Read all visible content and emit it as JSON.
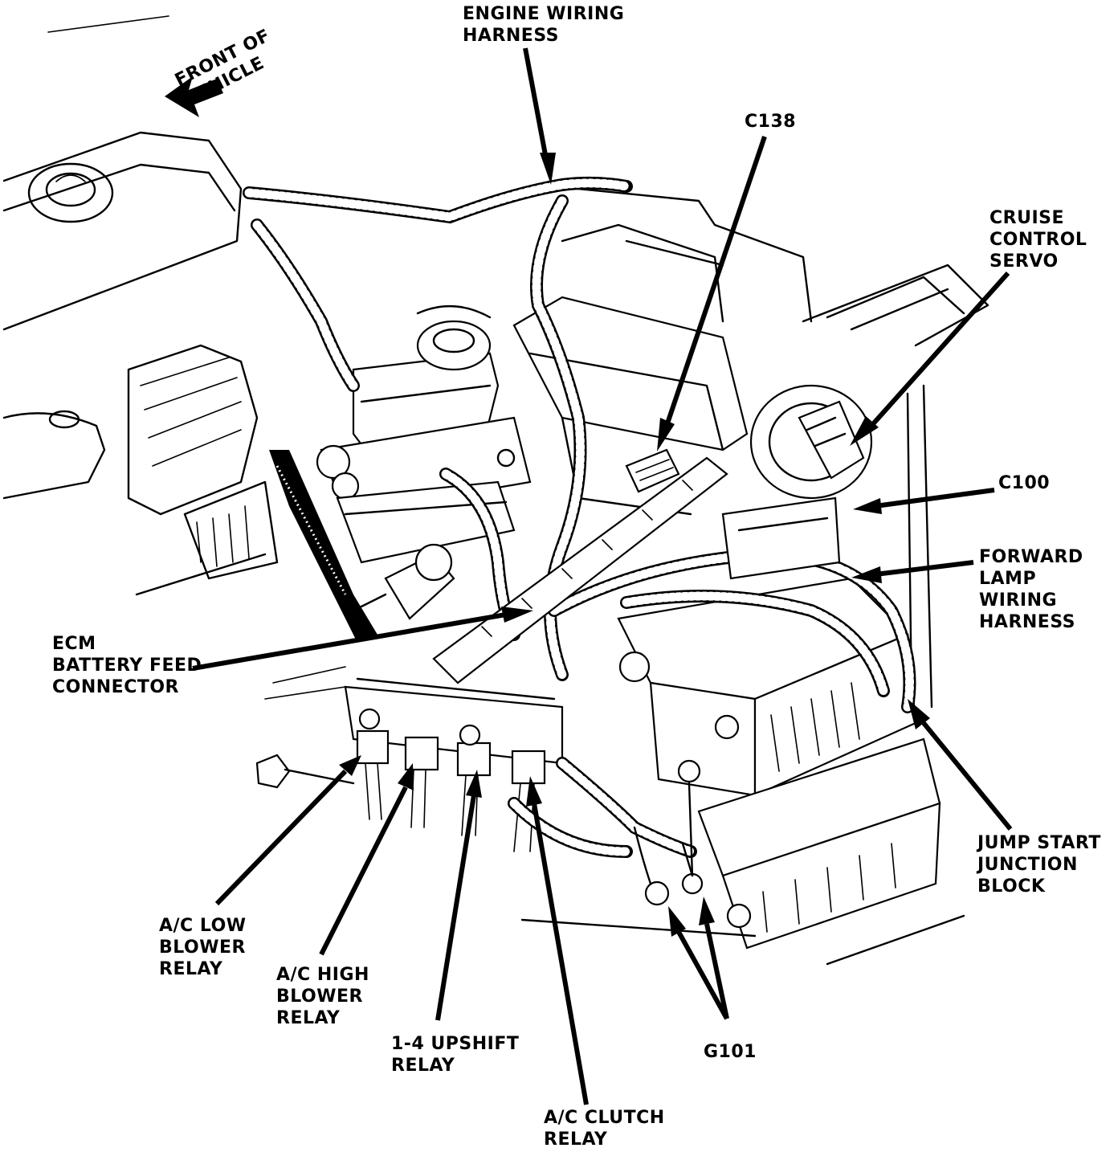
{
  "labels": {
    "front_of_vehicle": "FRONT OF\nVEHICLE",
    "engine_wiring_harness": "ENGINE WIRING\nHARNESS",
    "c138": "C138",
    "cruise_control_servo": "CRUISE\nCONTROL\nSERVO",
    "c100": "C100",
    "forward_lamp_wiring_harness": "FORWARD\nLAMP\nWIRING\nHARNESS",
    "ecm_battery_feed_connector": "ECM\nBATTERY FEED\nCONNECTOR",
    "jump_start_junction_block": "JUMP START\nJUNCTION\nBLOCK",
    "ac_low_blower_relay": "A/C LOW\nBLOWER\nRELAY",
    "ac_high_blower_relay": "A/C HIGH\nBLOWER\nRELAY",
    "upshift_relay": "1-4 UPSHIFT\nRELAY",
    "ac_clutch_relay": "A/C CLUTCH\nRELAY",
    "g101": "G101"
  }
}
